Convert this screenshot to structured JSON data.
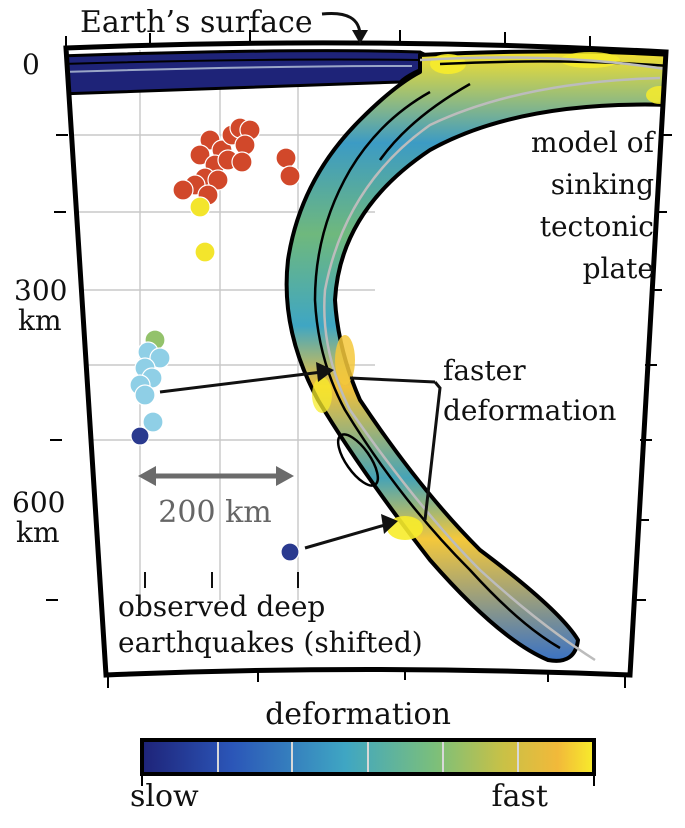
{
  "labels": {
    "surface": "Earth’s surface",
    "model_line1": "model of",
    "model_line2": "sinking",
    "model_line3": "tectonic",
    "model_line4": "plate",
    "faster_line1": "faster",
    "faster_line2": "deformation",
    "scale": "200 km",
    "observed_line1": "observed deep",
    "observed_line2": "earthquakes (shifted)",
    "colorbar_title": "deformation",
    "colorbar_low": "slow",
    "colorbar_high": "fast"
  },
  "depth_axis": {
    "tick_0": "0",
    "tick_300_value": "300",
    "tick_300_unit": "km",
    "tick_600_value": "600",
    "tick_600_unit": "km"
  },
  "colors": {
    "slow": "#1e2378",
    "mid": "#3fa6c3",
    "fast": "#f7ec2b",
    "quake_shallow": "#d1482a",
    "quake_yellow": "#f3e52c",
    "quake_green": "#93c26b",
    "quake_blue": "#8fcfe6",
    "quake_deep": "#2a3a8f"
  },
  "icons": {
    "surface_arrow": "curved-arrow-icon",
    "scale_arrow": "double-arrow-icon"
  }
}
